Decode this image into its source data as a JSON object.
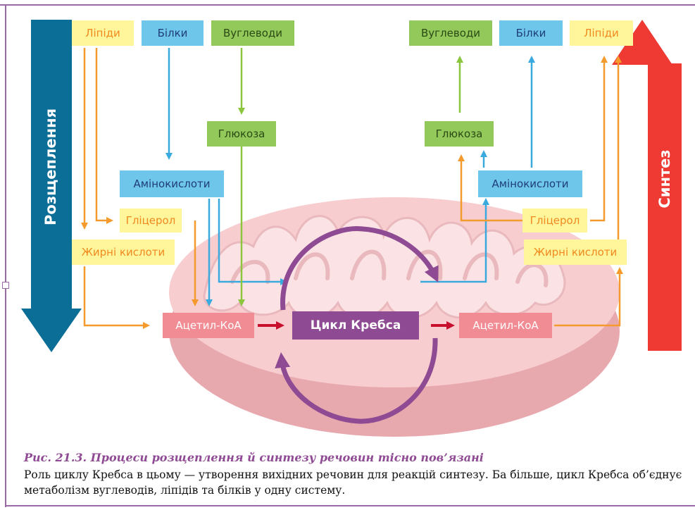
{
  "left_side": {
    "title": "Розщеплення",
    "lipids": "Ліпіди",
    "proteins": "Білки",
    "carbs": "Вуглеводи",
    "glucose": "Глюкоза",
    "amino_acids": "Амінокислоти",
    "glycerol": "Гліцерол",
    "fatty_acids": "Жирні кислоти",
    "acetyl_coa": "Ацетил-КоА"
  },
  "right_side": {
    "title": "Синтез",
    "carbs": "Вуглеводи",
    "proteins": "Білки",
    "lipids": "Ліпіди",
    "glucose": "Глюкоза",
    "amino_acids": "Амінокислоти",
    "glycerol": "Гліцерол",
    "fatty_acids": "Жирні кислоти",
    "acetyl_coa": "Ацетил-КоА"
  },
  "center": {
    "krebs_cycle": "Цикл Кребса"
  },
  "colors": {
    "breakdown_arrow": "#0b6e96",
    "synthesis_arrow": "#ee3a32",
    "lipid_path": "#f59a2c",
    "protein_path": "#3aa9dd",
    "carb_path": "#8cc63f",
    "krebs": "#8e4a92",
    "mitochondrion": "#f6c8cc",
    "frame": "#9b6aa6"
  },
  "caption": {
    "title": "Рис. 21.3. Процеси розщеплення й синтезу речовин тісно пов’язані",
    "body": "Роль циклу Кребса в цьому — утворення вихідних речовин для реакцій синтезу. Ба більше, цикл Кребса об’єднує метаболізм вуглеводів, ліпідів та білків у одну систему."
  }
}
